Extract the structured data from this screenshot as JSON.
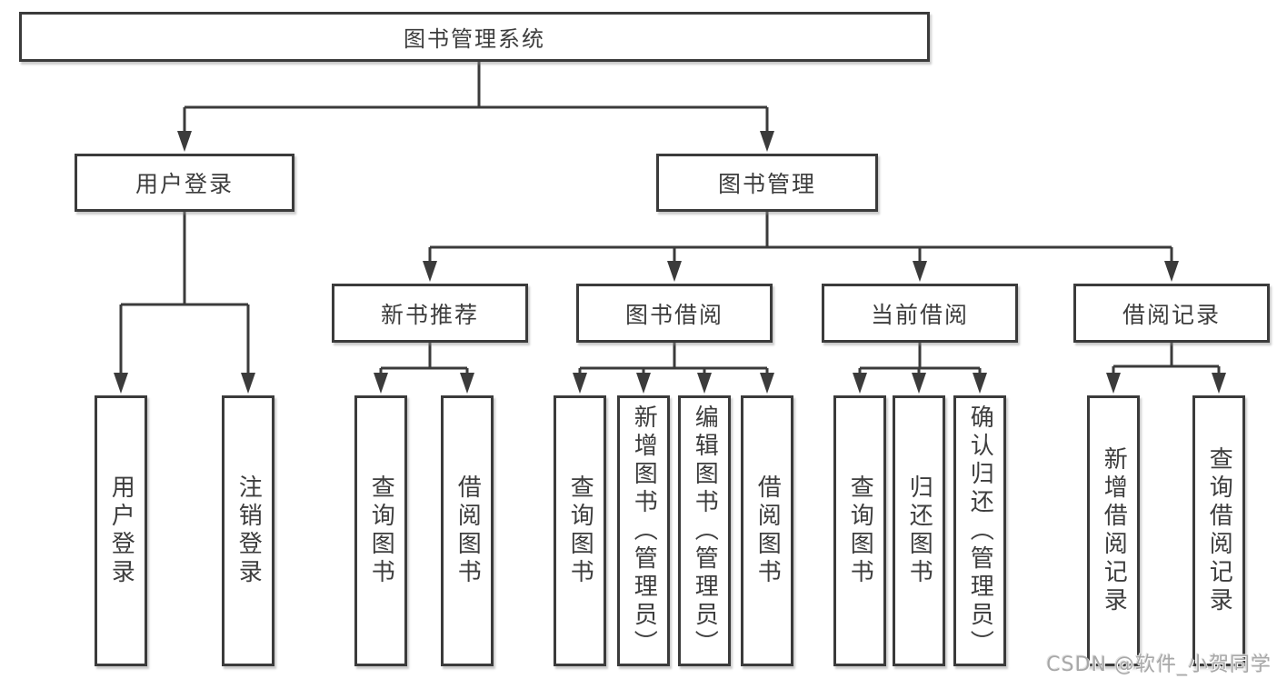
{
  "diagram": {
    "root": {
      "label": "图书管理系统",
      "children": [
        {
          "label": "用户登录",
          "children": [
            {
              "label": "用户登录"
            },
            {
              "label": "注销登录"
            }
          ]
        },
        {
          "label": "图书管理",
          "children": [
            {
              "label": "新书推荐",
              "children": [
                {
                  "label": "查询图书"
                },
                {
                  "label": "借阅图书"
                }
              ]
            },
            {
              "label": "图书借阅",
              "children": [
                {
                  "label": "查询图书"
                },
                {
                  "label": "新增图书（管理员）"
                },
                {
                  "label": "编辑图书（管理员）"
                },
                {
                  "label": "借阅图书"
                }
              ]
            },
            {
              "label": "当前借阅",
              "children": [
                {
                  "label": "查询图书"
                },
                {
                  "label": "归还图书"
                },
                {
                  "label": "确认归还（管理员）"
                }
              ]
            },
            {
              "label": "借阅记录",
              "children": [
                {
                  "label": "新增借阅记录"
                },
                {
                  "label": "查询借阅记录"
                }
              ]
            }
          ]
        }
      ]
    }
  },
  "watermark": {
    "text": "CSDN @软件_小贺同学"
  },
  "colors": {
    "line": "#3b3b3b",
    "text": "#3d3d3d",
    "watermark_text": "#a8a8a8",
    "background": "#ffffff"
  }
}
